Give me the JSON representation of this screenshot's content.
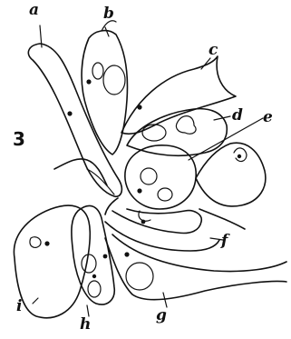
{
  "figure": {
    "number": "3",
    "labels": {
      "a": "a",
      "b": "b",
      "c": "c",
      "d": "d",
      "e": "e",
      "f": "f",
      "g": "g",
      "h": "h",
      "i": "i"
    }
  }
}
